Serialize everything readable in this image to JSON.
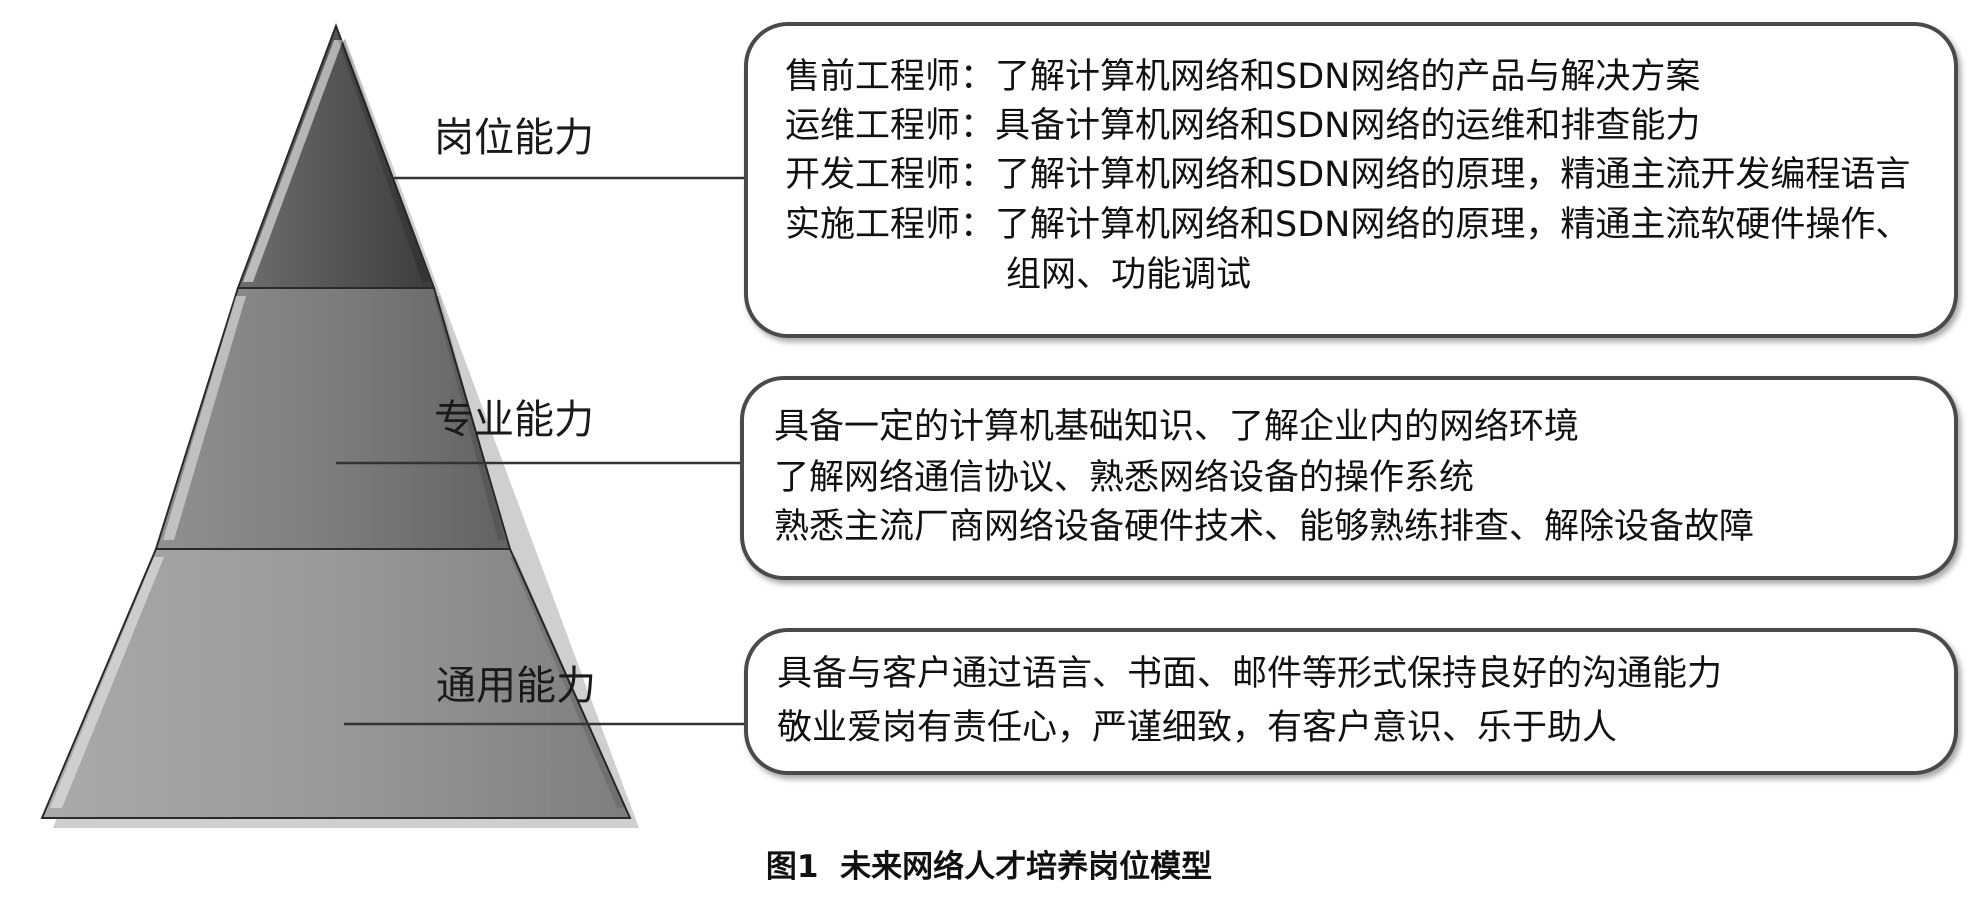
{
  "pyramid": {
    "tiers": [
      {
        "label": "岗位能力",
        "color": "#555555"
      },
      {
        "label": "专业能力",
        "color": "#7d7d7d"
      },
      {
        "label": "通用能力",
        "color": "#999999"
      }
    ]
  },
  "boxes": [
    {
      "lines": [
        "售前工程师：了解计算机网络和SDN网络的产品与解决方案",
        "运维工程师：具备计算机网络和SDN网络的运维和排查能力",
        "开发工程师：了解计算机网络和SDN网络的原理，精通主流开发编程语言",
        "实施工程师：了解计算机网络和SDN网络的原理，精通主流软硬件操作、",
        "组网、功能调试"
      ]
    },
    {
      "lines": [
        "具备一定的计算机基础知识、了解企业内的网络环境",
        "了解网络通信协议、熟悉网络设备的操作系统",
        "熟悉主流厂商网络设备硬件技术、能够熟练排查、解除设备故障"
      ]
    },
    {
      "lines": [
        "具备与客户通过语言、书面、邮件等形式保持良好的沟通能力",
        "敬业爱岗有责任心，严谨细致，有客户意识、乐于助人"
      ]
    }
  ],
  "caption": {
    "number": "图1",
    "title": "未来网络人才培养岗位模型"
  }
}
